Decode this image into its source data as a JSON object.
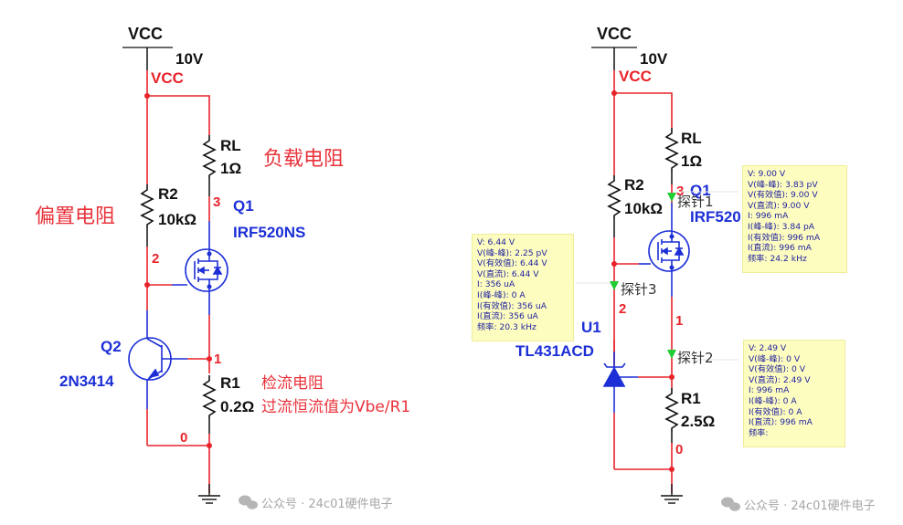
{
  "left_circuit": {
    "vcc_label": "VCC",
    "vcc_value": "10V",
    "vcc_net": "VCC",
    "rl": {
      "name": "RL",
      "value": "1Ω"
    },
    "r2": {
      "name": "R2",
      "value": "10kΩ"
    },
    "r1": {
      "name": "R1",
      "value": "0.2Ω"
    },
    "q1": {
      "name": "Q1",
      "part": "IRF520NS"
    },
    "q2": {
      "name": "Q2",
      "part": "2N3414"
    },
    "nodes": {
      "n3": "3",
      "n2": "2",
      "n1": "1",
      "n0": "0"
    },
    "notes": {
      "load": "负载电阻",
      "bias": "偏置电阻",
      "sense": "检流电阻",
      "formula": "过流恒流值为Vbe/R1"
    }
  },
  "right_circuit": {
    "vcc_label": "VCC",
    "vcc_value": "10V",
    "vcc_net": "VCC",
    "rl": {
      "name": "RL",
      "value": "1Ω"
    },
    "r2": {
      "name": "R2",
      "value": "10kΩ"
    },
    "r1": {
      "name": "R1",
      "value": "2.5Ω"
    },
    "q1": {
      "name": "Q1",
      "part": "IRF520"
    },
    "u1": {
      "name": "U1",
      "part": "TL431ACD"
    },
    "nodes": {
      "n3": "3",
      "n2": "2",
      "n1": "1",
      "n0": "0"
    },
    "probes": [
      {
        "label": "探针1",
        "readings": [
          "V: 9.00 V",
          "V(峰-峰): 3.83 pV",
          "V(有效值): 9.00 V",
          "V(直流): 9.00 V",
          "I: 996 mA",
          "I(峰-峰): 3.84 pA",
          "I(有效值): 996 mA",
          "I(直流): 996 mA",
          "频率: 24.2 kHz"
        ]
      },
      {
        "label": "探针2",
        "readings": [
          "V: 2.49 V",
          "V(峰-峰): 0 V",
          "V(有效值): 0 V",
          "V(直流): 2.49 V",
          "I: 996 mA",
          "I(峰-峰): 0 A",
          "I(有效值): 0 A",
          "I(直流): 996 mA",
          "频率:"
        ]
      },
      {
        "label": "探针3",
        "readings": [
          "V: 6.44 V",
          "V(峰-峰): 2.25 pV",
          "V(有效值): 6.44 V",
          "V(直流): 6.44 V",
          "I: 356 uA",
          "I(峰-峰): 0 A",
          "I(有效值): 356 uA",
          "I(直流): 356 uA",
          "频率: 20.3 kHz"
        ]
      }
    ]
  },
  "watermarks": [
    "公众号 · 24c01硬件电子",
    "公众号 · 24c01硬件电子"
  ],
  "colors": {
    "wire_red": "#e8232a",
    "wire_blue": "#1c2fd6",
    "wire_black": "#111111",
    "probe_green": "#22cc33",
    "tooltip_bg": "#fdfdc0"
  }
}
